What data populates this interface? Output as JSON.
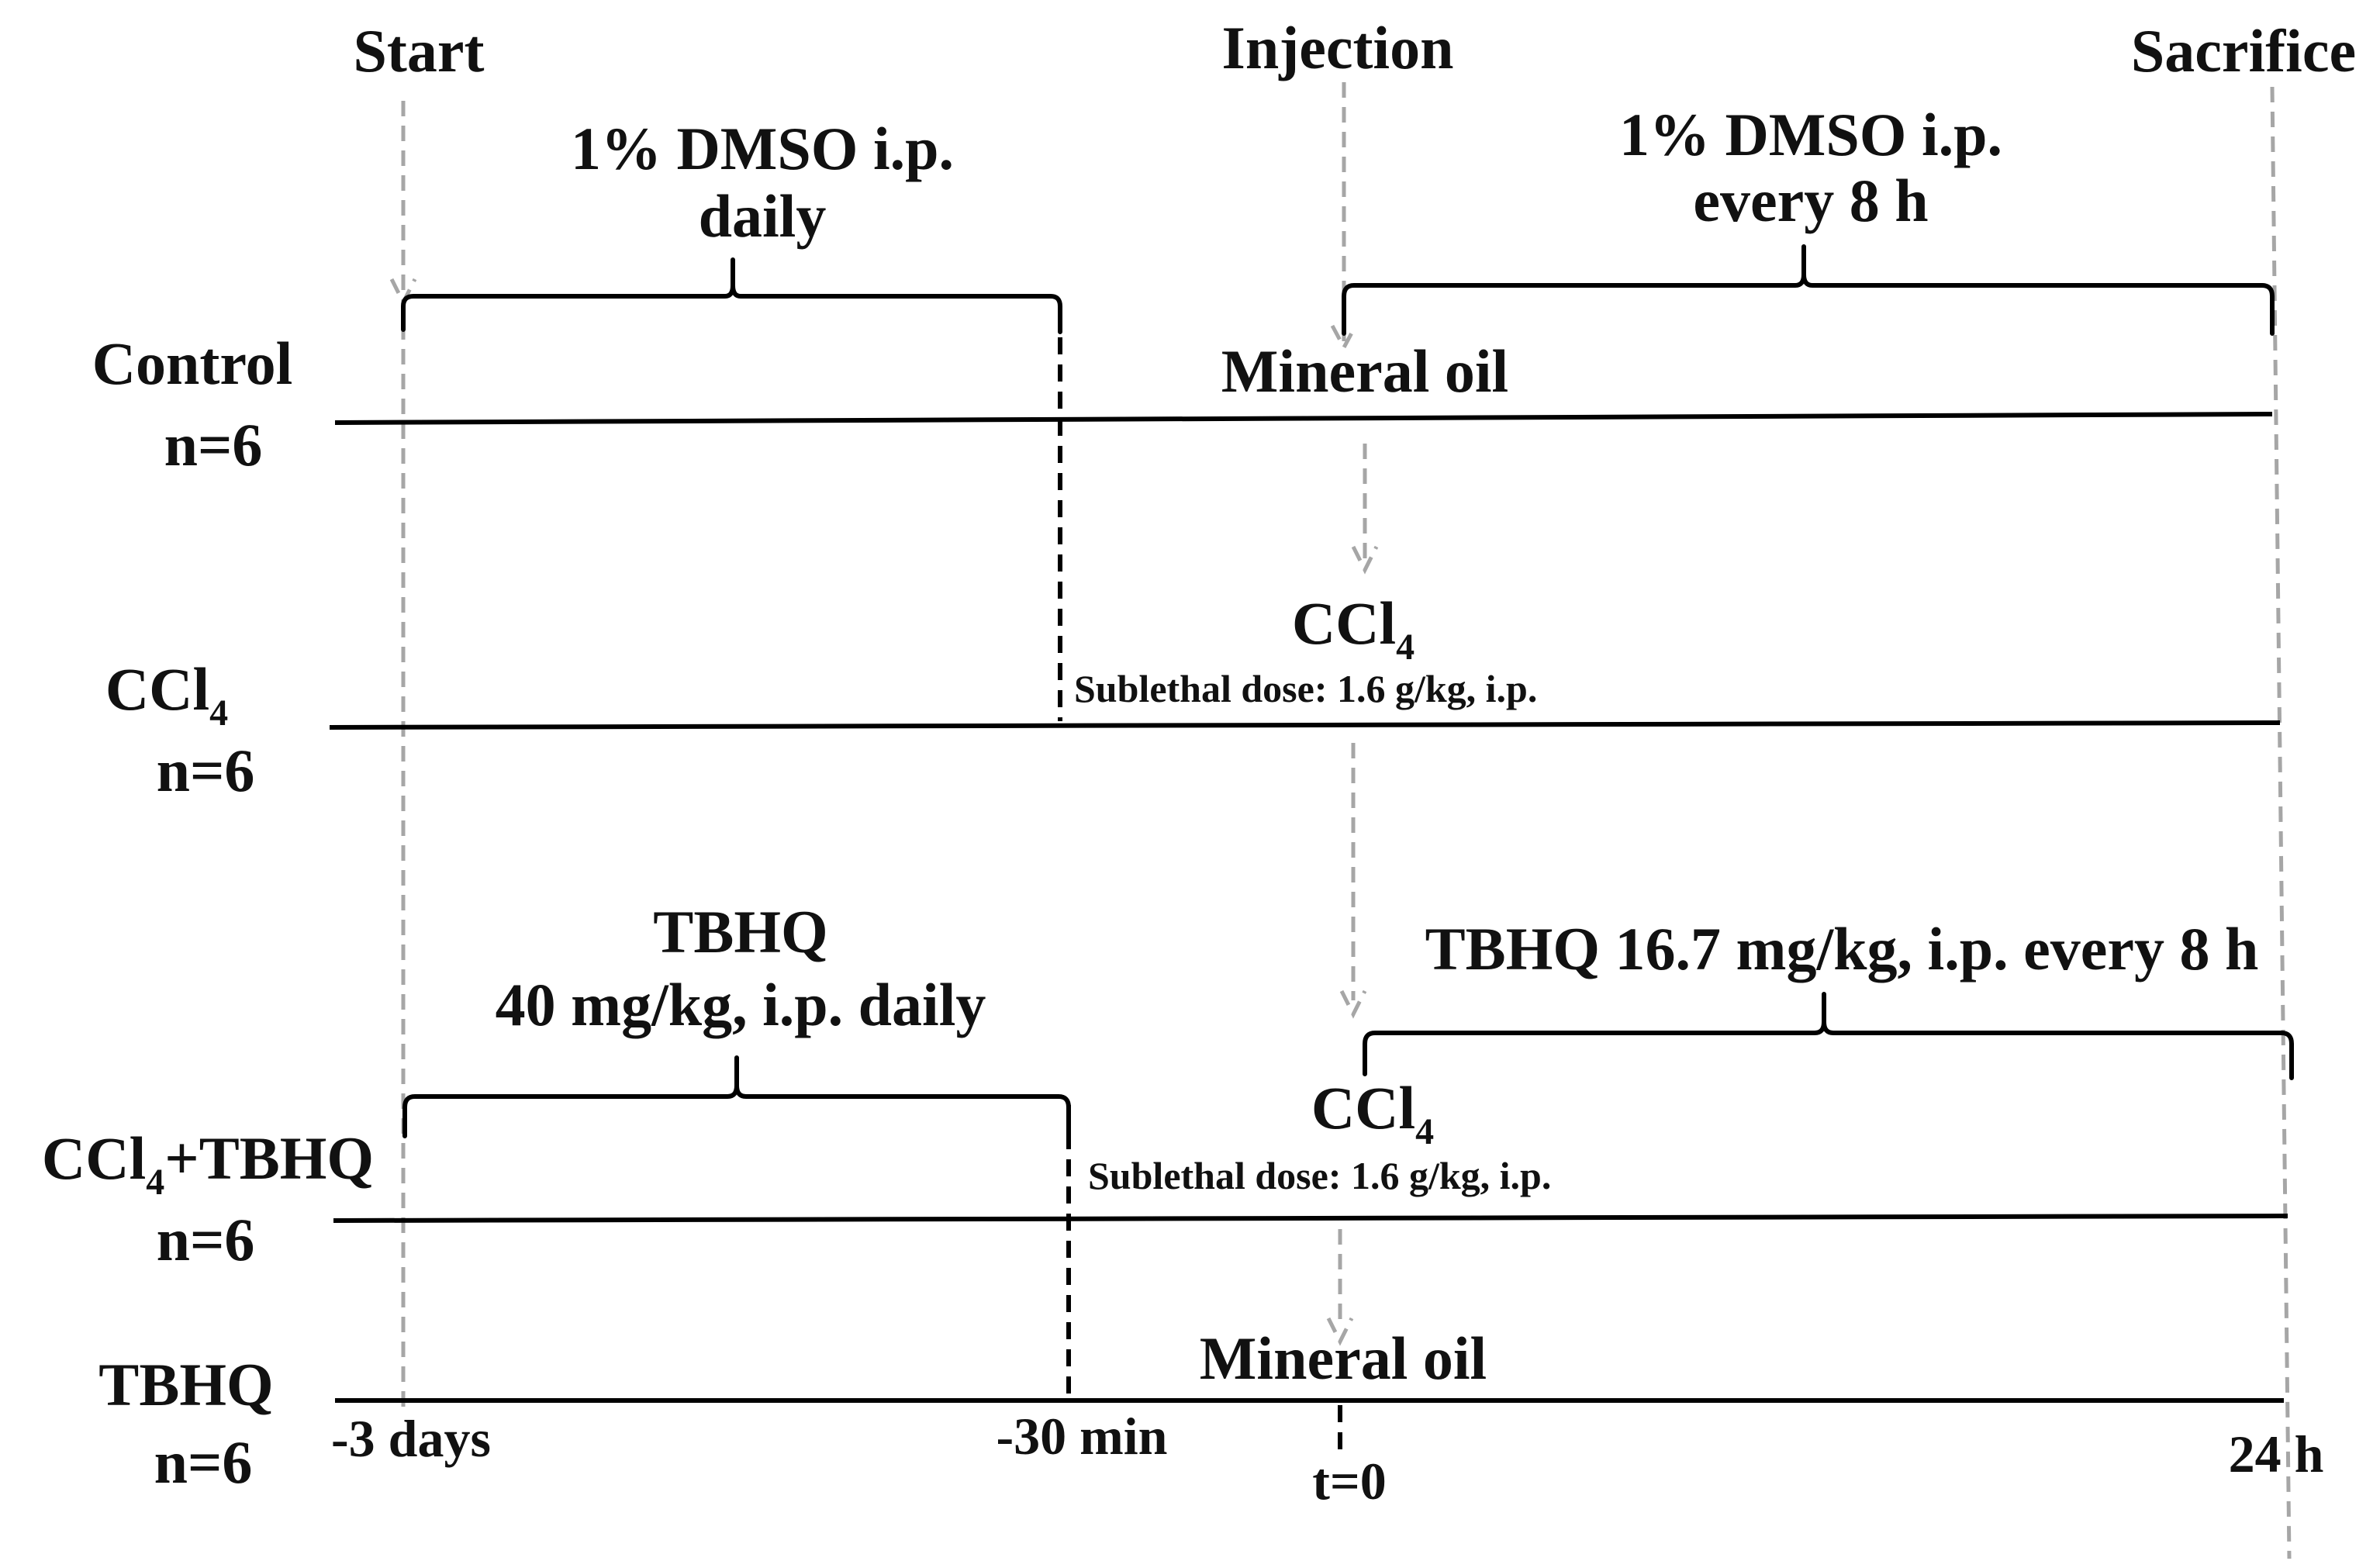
{
  "phases": {
    "start": "Start",
    "injection": "Injection",
    "sacrifice": "Sacrifice"
  },
  "groups": [
    {
      "name": "Control",
      "n": "n=6"
    },
    {
      "name": "CCl",
      "subscript": "4",
      "n": "n=6"
    },
    {
      "name_prefix": "CCl",
      "subscript": "4",
      "name_suffix": "+TBHQ",
      "n": "n=6"
    },
    {
      "name": "TBHQ",
      "n": "n=6"
    }
  ],
  "treatments": {
    "dmso_pre_line1": "1% DMSO i.p.",
    "dmso_pre_line2": "daily",
    "dmso_post_line1": "1% DMSO i.p.",
    "dmso_post_line2": "every 8 h",
    "tbhq_pre_line1": "TBHQ",
    "tbhq_pre_line2": "40 mg/kg, i.p. daily",
    "tbhq_post": "TBHQ 16.7 mg/kg, i.p. every 8 h"
  },
  "injections": {
    "control": "Mineral oil",
    "ccl4_name": "CCl",
    "ccl4_sub": "4",
    "ccl4_dose": "Sublethal dose: 1.6 g/kg, i.p.",
    "combo_name": "CCl",
    "combo_sub": "4",
    "combo_dose": "Sublethal dose: 1.6 g/kg, i.p.",
    "tbhq": "Mineral oil"
  },
  "time_axis": {
    "start": "-3 days",
    "pretreat_end": "-30 min",
    "injection": "t=0",
    "end": "24 h"
  },
  "colors": {
    "text": "#111111",
    "line": "#000000",
    "guide": "#a6a6a6"
  }
}
